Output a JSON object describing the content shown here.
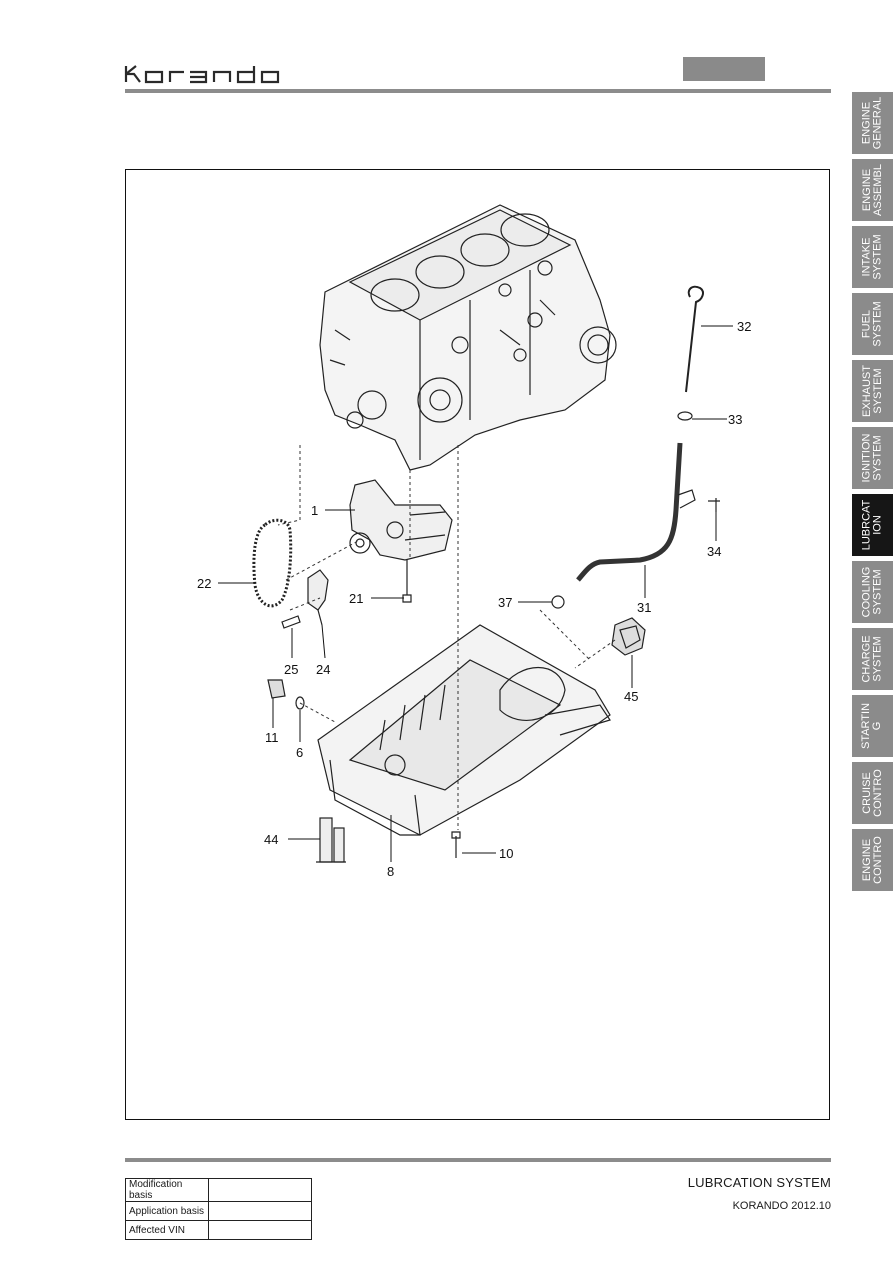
{
  "header": {
    "logo_text": "korando"
  },
  "side_tabs": [
    {
      "label": "ENGINE\nGENERAL",
      "active": false
    },
    {
      "label": "ENGINE\nASSEMBL",
      "active": false
    },
    {
      "label": "INTAKE\nSYSTEM",
      "active": false
    },
    {
      "label": "FUEL\nSYSTEM",
      "active": false
    },
    {
      "label": "EXHAUST\nSYSTEM",
      "active": false
    },
    {
      "label": "IGNITION\nSYSTEM",
      "active": false
    },
    {
      "label": "LUBRCAT\nION",
      "active": true
    },
    {
      "label": "COOLING\nSYSTEM",
      "active": false
    },
    {
      "label": "CHARGE\nSYSTEM",
      "active": false
    },
    {
      "label": "STARTIN\nG",
      "active": false
    },
    {
      "label": "CRUISE\nCONTRO",
      "active": false
    },
    {
      "label": "ENGINE\nCONTRO",
      "active": false
    }
  ],
  "diagram": {
    "callouts": {
      "c1": "1",
      "c22": "22",
      "c21": "21",
      "c25": "25",
      "c24": "24",
      "c11": "11",
      "c6": "6",
      "c44": "44",
      "c8": "8",
      "c10": "10",
      "c32": "32",
      "c33": "33",
      "c34": "34",
      "c31": "31",
      "c37": "37",
      "c45": "45"
    }
  },
  "footer": {
    "title": "LUBRCATION SYSTEM",
    "subtitle": "KORANDO 2012.10",
    "basis_rows": [
      {
        "label": "Modification basis",
        "value": ""
      },
      {
        "label": "Application basis",
        "value": ""
      },
      {
        "label": "Affected VIN",
        "value": ""
      }
    ]
  }
}
